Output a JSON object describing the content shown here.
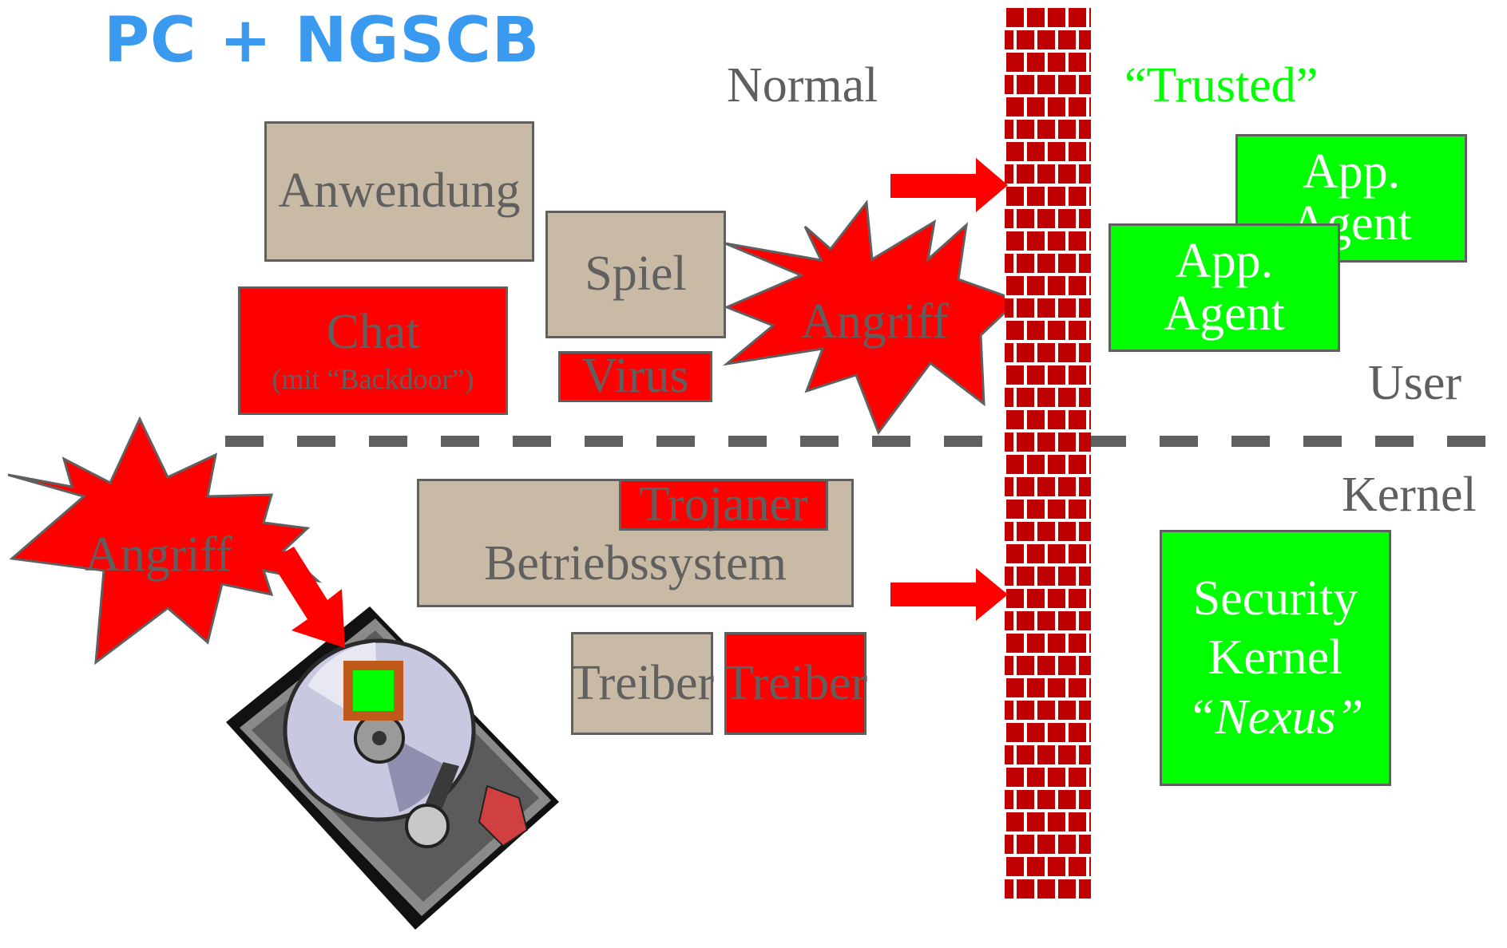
{
  "title": "PC + NGSCB",
  "regions": {
    "normal": "Normal",
    "trusted": "“Trusted”",
    "user": "User",
    "kernel": "Kernel"
  },
  "boxes": {
    "anwendung": "Anwendung",
    "spiel": "Spiel",
    "chat": "Chat",
    "chat_note": "(mit “Backdoor”)",
    "virus": "Virus",
    "trojaner": "Trojaner",
    "betriebssystem": "Betriebssystem",
    "treiber_ok": "Treiber",
    "treiber_bad": "Treiber",
    "agent_back_line1": "App.",
    "agent_back_line2": "Agent",
    "agent_front_line1": "App.",
    "agent_front_line2": "Agent",
    "security_line1": "Security",
    "security_line2": "Kernel",
    "security_line3": "“Nexus”"
  },
  "attacks": {
    "upper": "Angriff",
    "lower": "Angriff"
  },
  "colors": {
    "title": "#3a9af0",
    "trusted": "#00ff00",
    "attack": "#ff0000",
    "wall": "#c00000",
    "neutral_box": "#c9baa5"
  }
}
